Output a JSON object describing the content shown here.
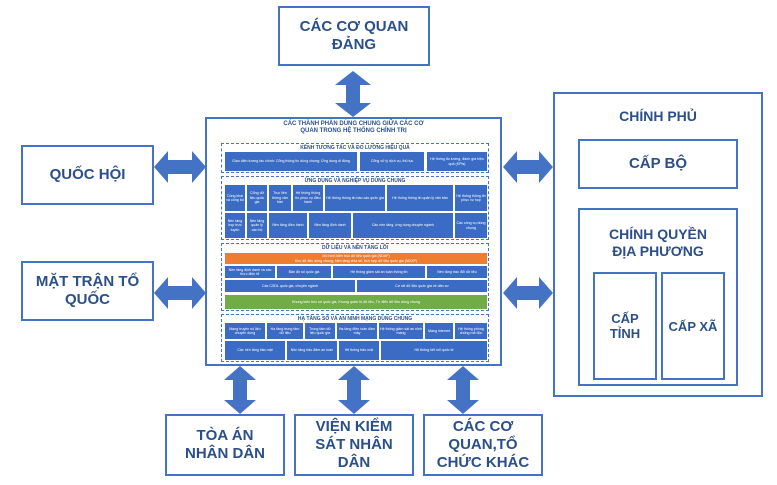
{
  "top": {
    "label": "CÁC CƠ QUAN ĐẢNG"
  },
  "left": [
    {
      "label": "QUỐC HỘI"
    },
    {
      "label": "MẶT TRẬN TỔ QUỐC"
    }
  ],
  "bottom": [
    {
      "label": "TÒA ÁN NHÂN DÂN"
    },
    {
      "label": "VIỆN KIỂM SÁT NHÂN DÂN"
    },
    {
      "label": "CÁC CƠ QUAN,TỔ CHỨC KHÁC"
    }
  ],
  "gov": {
    "title": "CHÍNH PHỦ",
    "ministry": "CẤP BỘ",
    "local": "CHÍNH QUYỀN ĐỊA PHƯƠNG",
    "province": "CẤP TỈNH",
    "commune": "CẤP XÃ"
  },
  "center": {
    "title": "CÁC THÀNH PHẦN DÙNG CHUNG GIỮA CÁC CƠ QUAN TRONG HỆ THỐNG CHÍNH TRỊ",
    "sections": [
      {
        "title": "KÊNH TƯƠNG TÁC VÀ ĐO LƯỜNG HIỆU QUẢ",
        "cells": [
          "Giao diện tương tác chính: Cổng thông tin dùng chung; Ứng dụng di động",
          "Cổng xử lý dịch vụ, thủ tục",
          "Hệ thống đo lường, đánh giá hiệu quả (KPIs)"
        ]
      },
      {
        "title": "ỨNG DỤNG VÀ NGHIỆP VỤ DÙNG CHUNG",
        "cells": [
          "Công khai và công bố",
          "Cổng dữ liệu quốc gia",
          "Trục liên thông văn bản",
          "Hệ thống thông tin phục vụ điều hành",
          "Hệ thống thông tin báo cáo quốc gia",
          "Hệ thống thông tin quản lý văn bản",
          "Hệ thống thông tin phục vụ họp",
          "Nền tảng họp trực tuyến",
          "Nền tảng quản lý cán bộ",
          "Nền tảng điều hành",
          "Nền tảng định danh",
          "Các nền tảng, ứng dụng chuyên ngành",
          "Các công cụ dùng chung"
        ]
      },
      {
        "title": "DỮ LIỆU VÀ NỀN TẢNG LÕI",
        "bars": [
          "Mô hình kiến trúc dữ liệu quốc gia (NDAF)",
          "Kho dữ liệu dùng chung; Nền tảng chia sẻ, tích hợp dữ liệu quốc gia (NDXP)",
          "Khung kiến trúc số quốc gia, Khung quản trị dữ liệu, Từ điển dữ liệu dùng chung"
        ],
        "cells": [
          "Nền tảng định danh và xác thực điện tử",
          "Bản đồ số quốc gia",
          "Hệ thống giám sát an toàn thông tin",
          "Nền tảng trao đổi dữ liệu",
          "Các CSDL quốc gia, chuyên ngành",
          "Cơ sở dữ liệu quốc gia về dân cư"
        ]
      },
      {
        "title": "HẠ TẦNG SỐ VÀ AN NINH MẠNG DÙNG CHUNG",
        "cells": [
          "Mạng truyền số liệu chuyên dùng",
          "Hạ tầng trung tâm dữ liệu",
          "Trung tâm dữ liệu quốc gia",
          "Hạ tầng điện toán đám mây",
          "Hệ thống giám sát an ninh mạng",
          "Mạng internet",
          "Hệ thống phòng chống mã độc",
          "Các nền tảng bảo mật",
          "Nền tảng bảo đảm an toàn",
          "Hệ thống bảo mật",
          "Hệ thống kết nối quốc tế"
        ]
      }
    ]
  },
  "colors": {
    "accent": "#4472c4",
    "cell": "#3a6cc6",
    "orange": "#ed7d31",
    "green": "#70ad47",
    "text": "#2b4f8a"
  }
}
